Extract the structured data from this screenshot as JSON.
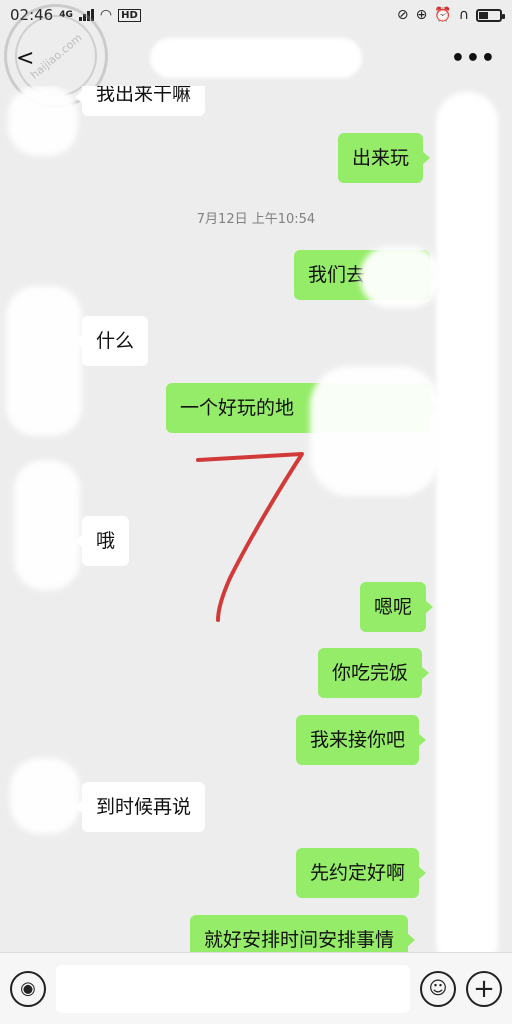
{
  "status_bar": {
    "time": "02:46",
    "network": "4G",
    "hd": "HD"
  },
  "watermark": {
    "text": "haijiao.com"
  },
  "messages": [
    {
      "side": "in",
      "text": "我出来干嘛"
    },
    {
      "side": "out",
      "text": "出来玩"
    },
    {
      "side": "time",
      "text": "7月12日 上午10:54"
    },
    {
      "side": "out",
      "text": "我们去"
    },
    {
      "side": "in",
      "text": "什么"
    },
    {
      "side": "out",
      "text": "一个好玩的地"
    },
    {
      "side": "in",
      "text": "哦"
    },
    {
      "side": "out",
      "text": "嗯呢"
    },
    {
      "side": "out",
      "text": "你吃完饭"
    },
    {
      "side": "out",
      "text": "我来接你吧"
    },
    {
      "side": "in",
      "text": "到时候再说"
    },
    {
      "side": "out",
      "text": "先约定好啊"
    },
    {
      "side": "out",
      "text": "就好安排时间安排事情"
    }
  ],
  "input": {
    "placeholder": "",
    "value": ""
  },
  "colors": {
    "outgoing": "#95ec69",
    "incoming": "#ffffff",
    "background": "#ededed",
    "scribble": "#d23a3a"
  },
  "icons": {
    "back": "back-icon",
    "more": "more-icon",
    "voice": "voice-icon",
    "emoji": "emoji-icon",
    "plus": "plus-icon"
  }
}
